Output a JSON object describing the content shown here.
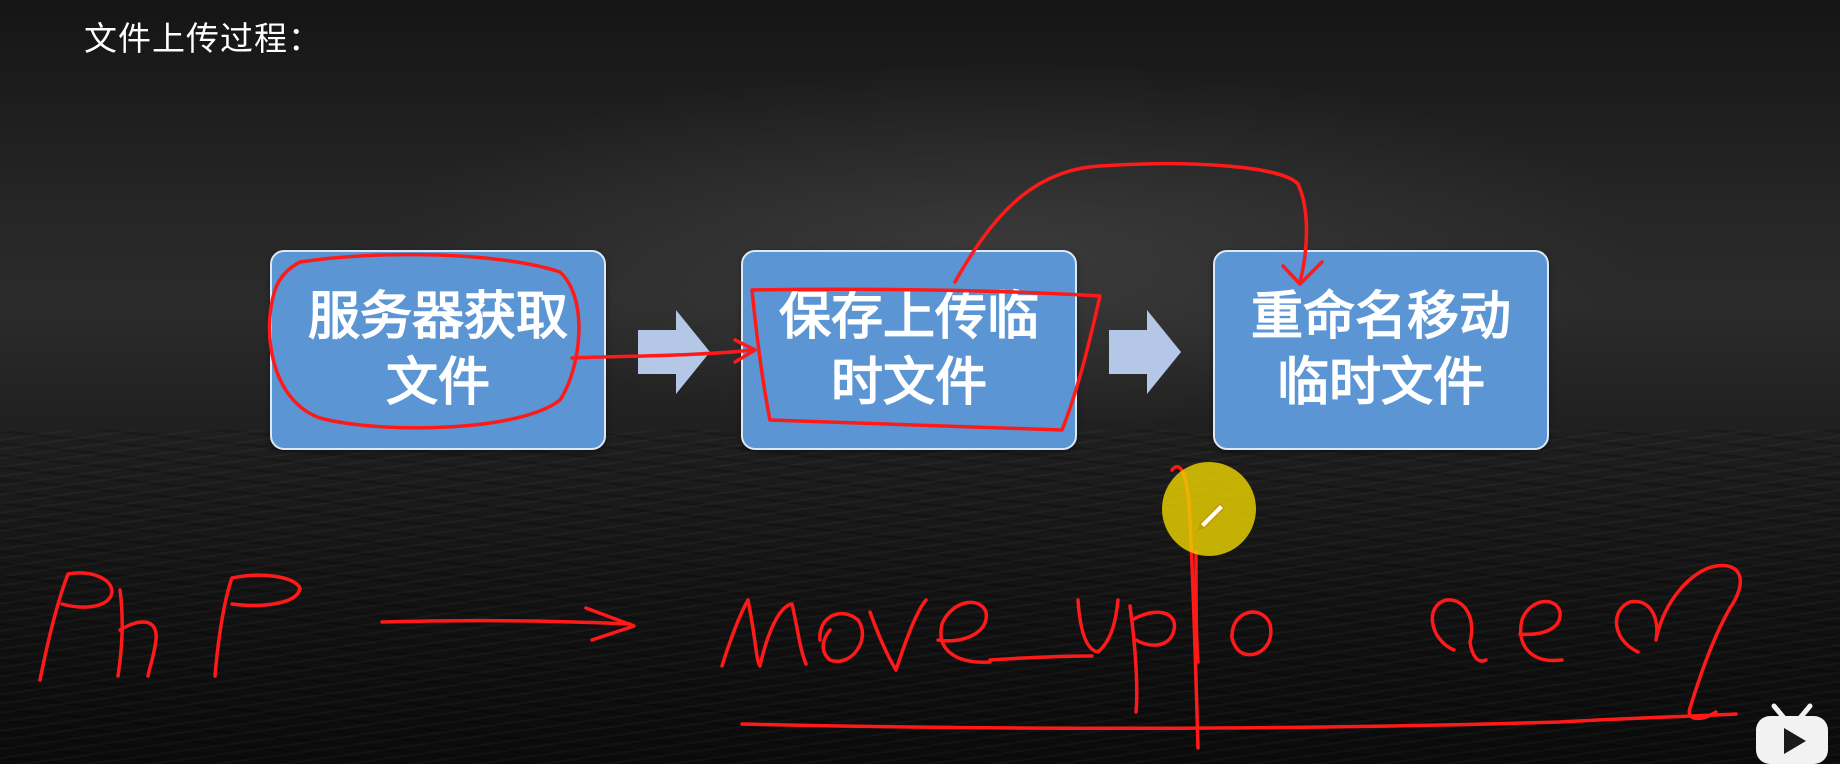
{
  "title": "文件上传过程：",
  "steps": [
    {
      "line1": "服务器获取",
      "line2": "文件"
    },
    {
      "line1": "保存上传临",
      "line2": "时文件"
    },
    {
      "line1": "重命名移动",
      "line2": "临时文件"
    }
  ],
  "colors": {
    "box_fill": "#5b95d3",
    "box_border": "#dce8f5",
    "arrow_fill": "#b4c7e7",
    "annotation_ink": "#ff1a1a",
    "cursor_highlight": "#ebd200"
  },
  "icons": [
    "right-arrow-icon",
    "pen-cursor-icon",
    "bilibili-tv-icon"
  ]
}
